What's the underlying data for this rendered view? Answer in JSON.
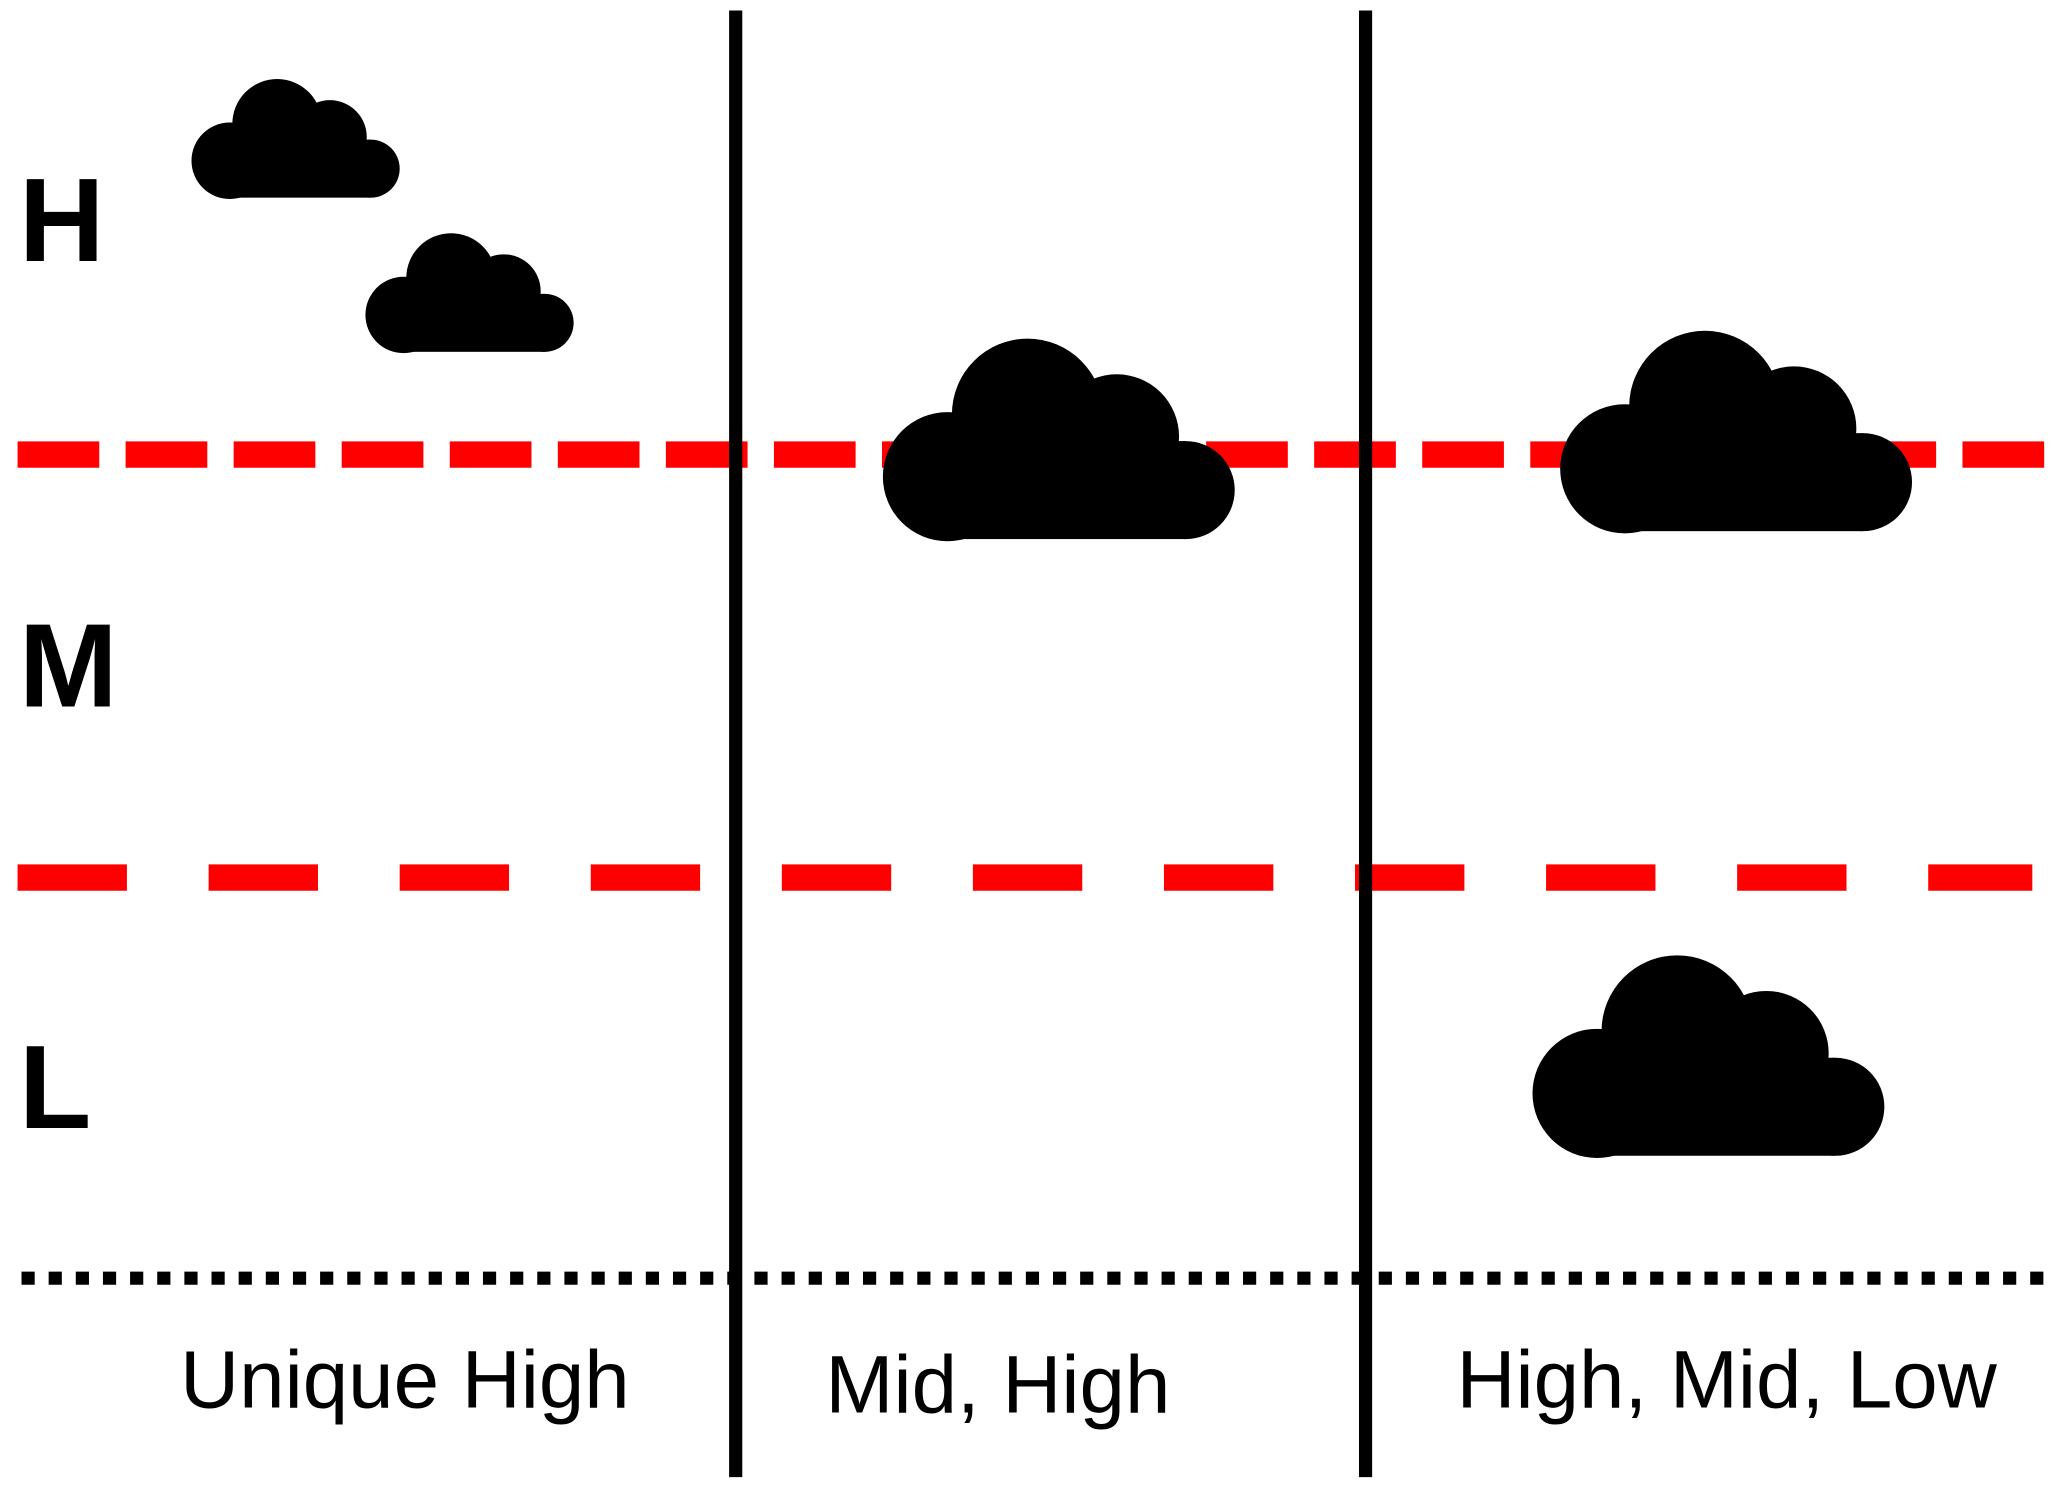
{
  "levels": {
    "high": "H",
    "mid": "M",
    "low": "L"
  },
  "categories": [
    "Unique High",
    "Mid, High",
    "High, Mid, Low"
  ],
  "colors": {
    "boundary": "#ff0000",
    "ink": "#000000",
    "background": "#ffffff"
  }
}
